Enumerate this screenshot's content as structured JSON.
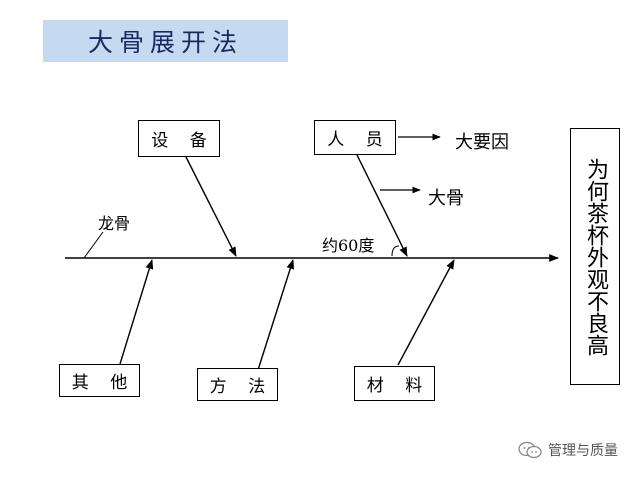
{
  "title": "大骨展开法",
  "boxes": {
    "top_left": "设 备",
    "top_right": "人 员",
    "bottom_left": "其 他",
    "bottom_middle": "方 法",
    "bottom_right": "材 料"
  },
  "labels": {
    "spine": "龙骨",
    "main_cause": "大要因",
    "big_bone": "大骨",
    "angle": "约60度"
  },
  "effect": "为何茶杯外观不良高",
  "watermark": "管理与质量"
}
